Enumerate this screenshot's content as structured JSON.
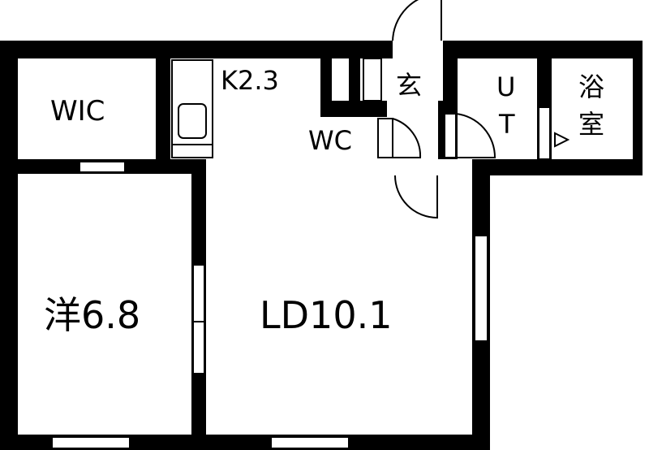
{
  "rooms": {
    "wic": "WIC",
    "kitchen": "K2.3",
    "genkan": "玄",
    "ut_top": "U",
    "ut_bottom": "T",
    "bath_top": "浴",
    "bath_bottom": "室",
    "wc": "WC",
    "western": "洋6.8",
    "ld": "LD10.1"
  }
}
